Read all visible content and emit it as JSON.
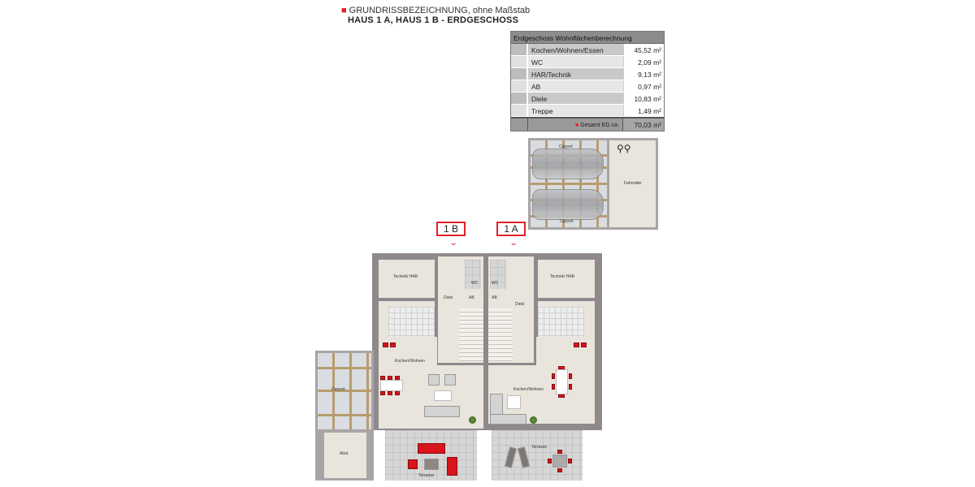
{
  "header": {
    "title": "GRUNDRISSBEZEICHNUNG, ohne Maßstab",
    "subtitle": "HAUS 1 A, HAUS 1 B - ERDGESCHOSS"
  },
  "area_table": {
    "title": "Erdgeschoss Wohnflächenberechnung",
    "rows": [
      {
        "room": "Kochen/Wohnen/Essen",
        "area": "45,52 m²"
      },
      {
        "room": "WC",
        "area": "2,09 m²"
      },
      {
        "room": "HAR/Technik",
        "area": "9,13 m²"
      },
      {
        "room": "AB",
        "area": "0,97 m²"
      },
      {
        "room": "Diele",
        "area": "10,83 m²"
      },
      {
        "room": "Treppe",
        "area": "1,49 m²"
      }
    ],
    "total_label": "Gesamt EG ca.",
    "total_value": "70,03 m²"
  },
  "units": {
    "b": "1 B",
    "a": "1 A"
  },
  "rooms": {
    "technik": "Technik/ HAR",
    "diele": "Diele",
    "wc": "WC",
    "ab": "AB",
    "kochen": "Kochen/Wohnen",
    "terrasse": "Terrasse",
    "carport": "Carport",
    "abst": "Abst.",
    "fahrraeder": "Fahrräder"
  },
  "colors": {
    "accent": "#e0212b",
    "wall": "#8f898b",
    "floor": "#e9e5dd"
  }
}
